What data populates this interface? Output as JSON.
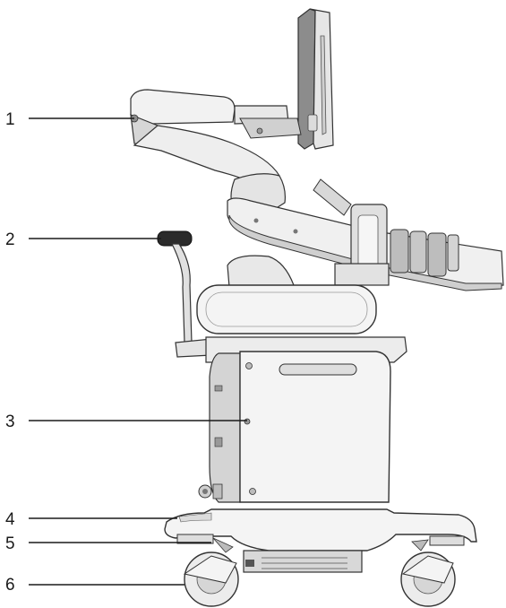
{
  "figure": {
    "callouts": [
      {
        "number": "1"
      },
      {
        "number": "2"
      },
      {
        "number": "3"
      },
      {
        "number": "4"
      },
      {
        "number": "5"
      },
      {
        "number": "6"
      }
    ]
  },
  "colors": {
    "body_light": "#f2f2f2",
    "body_mid": "#d6d6d6",
    "body_dark": "#8c8c8c",
    "outline": "#333333",
    "handle": "#2b2b2b",
    "leader_line": "#1a1a1a"
  }
}
